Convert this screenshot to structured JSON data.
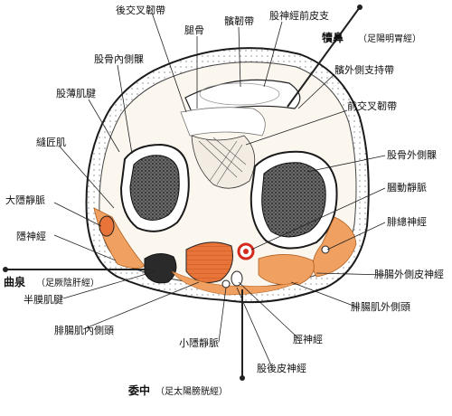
{
  "labels": {
    "hou_jiaocha": "後交叉韌帶",
    "pigu": "腿骨",
    "binren": "髕韌帶",
    "gushenjing_qianpi": "股神經前皮支",
    "dubi_name": "犢鼻",
    "dubi_sub": "（足陽明胃經）",
    "guneiceke": "股骨內側髁",
    "bin_waice": "髕外側支持帶",
    "gubojian": "股薄肌腱",
    "qian_jiaocha": "前交叉韌帶",
    "fengjiang": "縫匠肌",
    "guwaiceke": "股骨外側髁",
    "daiyin": "大隱靜脈",
    "guo_dongmai": "膕動靜脈",
    "yin_shenjing": "隱神經",
    "feizong": "腓總神經",
    "ququan_name": "曲泉",
    "ququan_sub": "（足厥陰肝經）",
    "feichang_waipi": "腓腸外側皮神經",
    "banmo": "半膜肌腱",
    "feichang_waitou": "腓腸肌外側頭",
    "feichang_neitou": "腓腸肌內側頭",
    "jingshenjing": "脛神經",
    "xiaoyin": "小隱靜脈",
    "guhoupi": "股後皮神經",
    "weizhong_name": "委中",
    "weizhong_sub": "（足太陽膀胱經）"
  },
  "colors": {
    "fat": "#f0a060",
    "muscle": "#e8743a",
    "vessel_red": "#d42a1e",
    "ink": "#1a1a1a",
    "bone_cortex": "#ffffff",
    "marrow": "#3a3a3a"
  }
}
